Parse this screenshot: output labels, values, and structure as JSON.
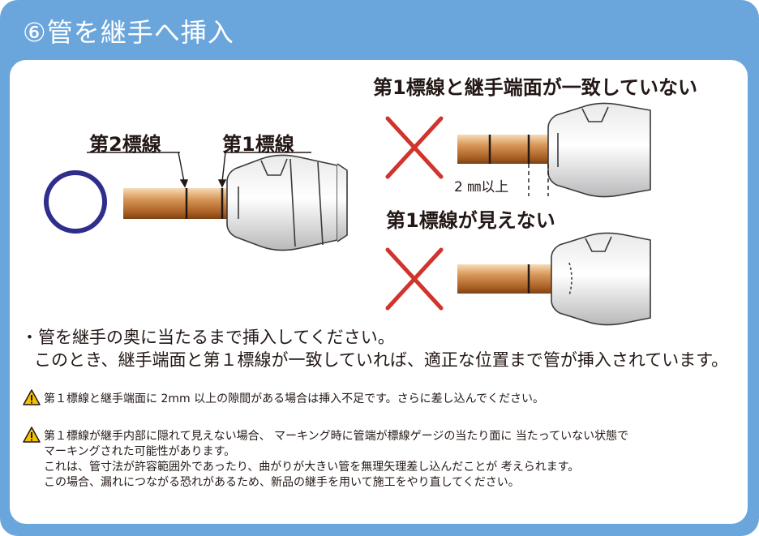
{
  "title": "⑥管を継手へ挿入",
  "diagram_left": {
    "label_mark2": "第2標線",
    "label_mark1": "第1標線"
  },
  "diagram_right_top": {
    "heading": "第1標線と継手端面が一致していない",
    "gap_label": "2 ㎜以上"
  },
  "diagram_right_bottom": {
    "heading": "第1標線が見えない"
  },
  "instructions": {
    "line1": "・管を継手の奥に当たるまで挿入してください。",
    "line2": "このとき、継手端面と第１標線が一致していれば、適正な位置まで管が挿入されています。"
  },
  "notes": {
    "note1": "第１標線と継手端面に 2mm 以上の隙間がある場合は挿入不足です。さらに差し込んでください。",
    "note2_lines": [
      "第１標線が継手内部に隠れて見えない場合、 マーキング時に管端が標線ゲージの当たり面に 当たっていない状態で",
      "マーキングされた可能性があります。",
      "これは、管寸法が許容範囲外であったり、曲がりが大きい管を無理矢理差し込んだことが 考えられます。",
      "この場合、漏れにつながる恐れがあるため、新品の継手を用いて施工をやり直してください。"
    ]
  },
  "colors": {
    "frame": "#6aa6dc",
    "circle_mark": "#2f2e8c",
    "cross_mark": "#d0342c",
    "warning": "#f2c200",
    "pipe": "#d4955a"
  },
  "icons": [
    "circle-ok-icon",
    "cross-ng-icon",
    "warning-icon"
  ]
}
